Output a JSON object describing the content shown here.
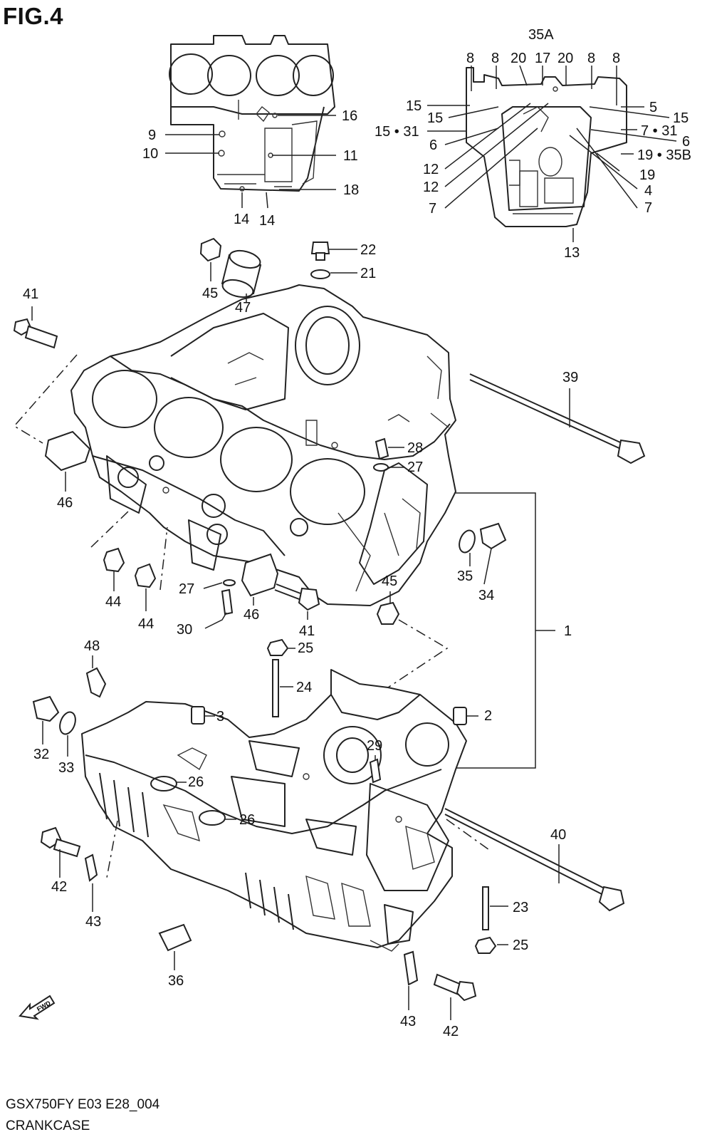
{
  "figure": {
    "title": "FIG.4",
    "model_code": "GSX750FY E03 E28_004",
    "caption": "CRANKCASE"
  },
  "arrow_label": "FWD",
  "callouts": [
    {
      "id": "c-35A",
      "text": "35A"
    },
    {
      "id": "c-8a",
      "text": "8"
    },
    {
      "id": "c-8b",
      "text": "8"
    },
    {
      "id": "c-20a",
      "text": "20"
    },
    {
      "id": "c-17",
      "text": "17"
    },
    {
      "id": "c-20b",
      "text": "20"
    },
    {
      "id": "c-8c",
      "text": "8"
    },
    {
      "id": "c-8d",
      "text": "8"
    },
    {
      "id": "c-15a",
      "text": "15"
    },
    {
      "id": "c-5",
      "text": "5"
    },
    {
      "id": "c-15b",
      "text": "15"
    },
    {
      "id": "c-15c",
      "text": "15"
    },
    {
      "id": "c-15-31",
      "text": "15 • 31"
    },
    {
      "id": "c-7-31",
      "text": "7 • 31"
    },
    {
      "id": "c-6a",
      "text": "6"
    },
    {
      "id": "c-6b",
      "text": "6"
    },
    {
      "id": "c-19-35B",
      "text": "19 • 35B"
    },
    {
      "id": "c-12a",
      "text": "12"
    },
    {
      "id": "c-19",
      "text": "19"
    },
    {
      "id": "c-12b",
      "text": "12"
    },
    {
      "id": "c-4",
      "text": "4"
    },
    {
      "id": "c-7a",
      "text": "7"
    },
    {
      "id": "c-7b",
      "text": "7"
    },
    {
      "id": "c-13",
      "text": "13"
    },
    {
      "id": "c-16",
      "text": "16"
    },
    {
      "id": "c-9",
      "text": "9"
    },
    {
      "id": "c-10",
      "text": "10"
    },
    {
      "id": "c-11",
      "text": "11"
    },
    {
      "id": "c-18",
      "text": "18"
    },
    {
      "id": "c-14a",
      "text": "14"
    },
    {
      "id": "c-14b",
      "text": "14"
    },
    {
      "id": "c-22",
      "text": "22"
    },
    {
      "id": "c-21",
      "text": "21"
    },
    {
      "id": "c-45a",
      "text": "45"
    },
    {
      "id": "c-47",
      "text": "47"
    },
    {
      "id": "c-41a",
      "text": "41"
    },
    {
      "id": "c-39",
      "text": "39"
    },
    {
      "id": "c-28",
      "text": "28"
    },
    {
      "id": "c-27a",
      "text": "27"
    },
    {
      "id": "c-46a",
      "text": "46"
    },
    {
      "id": "c-35",
      "text": "35"
    },
    {
      "id": "c-34",
      "text": "34"
    },
    {
      "id": "c-44a",
      "text": "44"
    },
    {
      "id": "c-44b",
      "text": "44"
    },
    {
      "id": "c-27b",
      "text": "27"
    },
    {
      "id": "c-46b",
      "text": "46"
    },
    {
      "id": "c-41b",
      "text": "41"
    },
    {
      "id": "c-45b",
      "text": "45"
    },
    {
      "id": "c-30",
      "text": "30"
    },
    {
      "id": "c-1",
      "text": "1"
    },
    {
      "id": "c-48",
      "text": "48"
    },
    {
      "id": "c-25a",
      "text": "25"
    },
    {
      "id": "c-24",
      "text": "24"
    },
    {
      "id": "c-3",
      "text": "3"
    },
    {
      "id": "c-2",
      "text": "2"
    },
    {
      "id": "c-32",
      "text": "32"
    },
    {
      "id": "c-33",
      "text": "33"
    },
    {
      "id": "c-29",
      "text": "29"
    },
    {
      "id": "c-26a",
      "text": "26"
    },
    {
      "id": "c-26b",
      "text": "26"
    },
    {
      "id": "c-40",
      "text": "40"
    },
    {
      "id": "c-42a",
      "text": "42"
    },
    {
      "id": "c-43a",
      "text": "43"
    },
    {
      "id": "c-23",
      "text": "23"
    },
    {
      "id": "c-25b",
      "text": "25"
    },
    {
      "id": "c-36",
      "text": "36"
    },
    {
      "id": "c-43b",
      "text": "43"
    },
    {
      "id": "c-42b",
      "text": "42"
    }
  ]
}
